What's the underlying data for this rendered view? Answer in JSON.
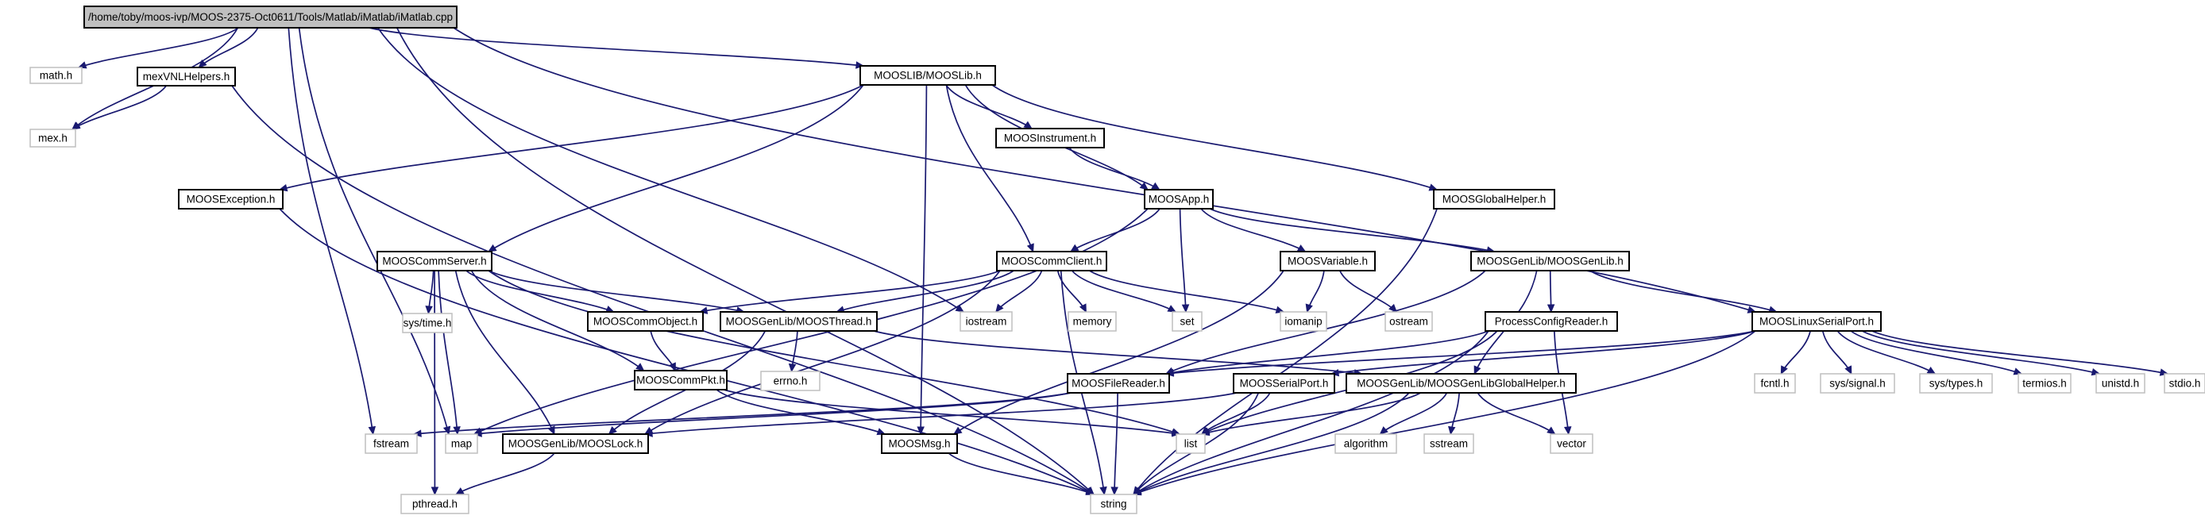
{
  "diagram": {
    "nodes": [
      {
        "id": "root",
        "label": "/home/toby/moos-ivp/MOOS-2375-Oct0611/Tools/Matlab/iMatlab/iMatlab.cpp",
        "kind": "root"
      },
      {
        "id": "mathh",
        "label": "math.h",
        "kind": "system"
      },
      {
        "id": "mexvnl",
        "label": "mexVNLHelpers.h",
        "kind": "project"
      },
      {
        "id": "mexh",
        "label": "mex.h",
        "kind": "system"
      },
      {
        "id": "mooslib",
        "label": "MOOSLIB/MOOSLib.h",
        "kind": "project"
      },
      {
        "id": "instrument",
        "label": "MOOSInstrument.h",
        "kind": "project"
      },
      {
        "id": "exception",
        "label": "MOOSException.h",
        "kind": "project"
      },
      {
        "id": "moosapp",
        "label": "MOOSApp.h",
        "kind": "project"
      },
      {
        "id": "globalhelper",
        "label": "MOOSGlobalHelper.h",
        "kind": "project"
      },
      {
        "id": "commserver",
        "label": "MOOSCommServer.h",
        "kind": "project"
      },
      {
        "id": "commclient",
        "label": "MOOSCommClient.h",
        "kind": "project"
      },
      {
        "id": "variable",
        "label": "MOOSVariable.h",
        "kind": "project"
      },
      {
        "id": "genlib",
        "label": "MOOSGenLib/MOOSGenLib.h",
        "kind": "project"
      },
      {
        "id": "systime",
        "label": "sys/time.h",
        "kind": "system"
      },
      {
        "id": "commobject",
        "label": "MOOSCommObject.h",
        "kind": "project"
      },
      {
        "id": "thread",
        "label": "MOOSGenLib/MOOSThread.h",
        "kind": "project"
      },
      {
        "id": "iostream",
        "label": "iostream",
        "kind": "system"
      },
      {
        "id": "memory",
        "label": "memory",
        "kind": "system"
      },
      {
        "id": "set",
        "label": "set",
        "kind": "system"
      },
      {
        "id": "iomanip",
        "label": "iomanip",
        "kind": "system"
      },
      {
        "id": "ostream",
        "label": "ostream",
        "kind": "system"
      },
      {
        "id": "configreader",
        "label": "ProcessConfigReader.h",
        "kind": "project"
      },
      {
        "id": "linuxserial",
        "label": "MOOSLinuxSerialPort.h",
        "kind": "project"
      },
      {
        "id": "errnoh",
        "label": "errno.h",
        "kind": "system"
      },
      {
        "id": "commpkt",
        "label": "MOOSCommPkt.h",
        "kind": "project"
      },
      {
        "id": "filereader",
        "label": "MOOSFileReader.h",
        "kind": "project"
      },
      {
        "id": "serialport",
        "label": "MOOSSerialPort.h",
        "kind": "project"
      },
      {
        "id": "genlibglobal",
        "label": "MOOSGenLib/MOOSGenLibGlobalHelper.h",
        "kind": "project"
      },
      {
        "id": "fcntl",
        "label": "fcntl.h",
        "kind": "system"
      },
      {
        "id": "syssignal",
        "label": "sys/signal.h",
        "kind": "system"
      },
      {
        "id": "systypes",
        "label": "sys/types.h",
        "kind": "system"
      },
      {
        "id": "termios",
        "label": "termios.h",
        "kind": "system"
      },
      {
        "id": "unistd",
        "label": "unistd.h",
        "kind": "system"
      },
      {
        "id": "stdio",
        "label": "stdio.h",
        "kind": "system"
      },
      {
        "id": "fstream",
        "label": "fstream",
        "kind": "system"
      },
      {
        "id": "map",
        "label": "map",
        "kind": "system"
      },
      {
        "id": "lock",
        "label": "MOOSGenLib/MOOSLock.h",
        "kind": "project"
      },
      {
        "id": "moosmsg",
        "label": "MOOSMsg.h",
        "kind": "project"
      },
      {
        "id": "list",
        "label": "list",
        "kind": "system"
      },
      {
        "id": "algorithm",
        "label": "algorithm",
        "kind": "system"
      },
      {
        "id": "sstream",
        "label": "sstream",
        "kind": "system"
      },
      {
        "id": "vector",
        "label": "vector",
        "kind": "system"
      },
      {
        "id": "pthread",
        "label": "pthread.h",
        "kind": "system"
      },
      {
        "id": "string",
        "label": "string",
        "kind": "system"
      }
    ],
    "edges": [
      [
        "root",
        "mathh"
      ],
      [
        "root",
        "mexvnl"
      ],
      [
        "root",
        "mexh"
      ],
      [
        "root",
        "mooslib"
      ],
      [
        "root",
        "linuxserial"
      ],
      [
        "root",
        "iostream"
      ],
      [
        "root",
        "fstream"
      ],
      [
        "root",
        "map"
      ],
      [
        "root",
        "string"
      ],
      [
        "mexvnl",
        "mexh"
      ],
      [
        "mexvnl",
        "string"
      ],
      [
        "mooslib",
        "exception"
      ],
      [
        "mooslib",
        "commserver"
      ],
      [
        "mooslib",
        "instrument"
      ],
      [
        "mooslib",
        "moosapp"
      ],
      [
        "mooslib",
        "globalhelper"
      ],
      [
        "mooslib",
        "commclient"
      ],
      [
        "mooslib",
        "moosmsg"
      ],
      [
        "instrument",
        "moosapp"
      ],
      [
        "exception",
        "string"
      ],
      [
        "globalhelper",
        "string"
      ],
      [
        "moosapp",
        "commclient"
      ],
      [
        "moosapp",
        "variable"
      ],
      [
        "moosapp",
        "genlib"
      ],
      [
        "moosapp",
        "set"
      ],
      [
        "moosapp",
        "map"
      ],
      [
        "commserver",
        "systime"
      ],
      [
        "commserver",
        "commobject"
      ],
      [
        "commserver",
        "thread"
      ],
      [
        "commserver",
        "commpkt"
      ],
      [
        "commserver",
        "map"
      ],
      [
        "commserver",
        "lock"
      ],
      [
        "commserver",
        "list"
      ],
      [
        "commserver",
        "pthread"
      ],
      [
        "commclient",
        "commobject"
      ],
      [
        "commclient",
        "thread"
      ],
      [
        "commclient",
        "iostream"
      ],
      [
        "commclient",
        "memory"
      ],
      [
        "commclient",
        "set"
      ],
      [
        "commclient",
        "iomanip"
      ],
      [
        "commclient",
        "string"
      ],
      [
        "commclient",
        "lock"
      ],
      [
        "variable",
        "iomanip"
      ],
      [
        "variable",
        "ostream"
      ],
      [
        "variable",
        "moosmsg"
      ],
      [
        "genlib",
        "configreader"
      ],
      [
        "genlib",
        "linuxserial"
      ],
      [
        "genlib",
        "genlibglobal"
      ],
      [
        "genlib",
        "filereader"
      ],
      [
        "thread",
        "errnoh"
      ],
      [
        "thread",
        "lock"
      ],
      [
        "thread",
        "genlibglobal"
      ],
      [
        "commobject",
        "commpkt"
      ],
      [
        "commpkt",
        "moosmsg"
      ],
      [
        "commpkt",
        "list"
      ],
      [
        "configreader",
        "filereader"
      ],
      [
        "configreader",
        "vector"
      ],
      [
        "configreader",
        "string"
      ],
      [
        "configreader",
        "list"
      ],
      [
        "linuxserial",
        "serialport"
      ],
      [
        "linuxserial",
        "filereader"
      ],
      [
        "linuxserial",
        "fcntl"
      ],
      [
        "linuxserial",
        "syssignal"
      ],
      [
        "linuxserial",
        "systypes"
      ],
      [
        "linuxserial",
        "termios"
      ],
      [
        "linuxserial",
        "unistd"
      ],
      [
        "linuxserial",
        "stdio"
      ],
      [
        "linuxserial",
        "string"
      ],
      [
        "filereader",
        "fstream"
      ],
      [
        "filereader",
        "map"
      ],
      [
        "filereader",
        "string"
      ],
      [
        "serialport",
        "lock"
      ],
      [
        "serialport",
        "list"
      ],
      [
        "serialport",
        "string"
      ],
      [
        "genlibglobal",
        "algorithm"
      ],
      [
        "genlibglobal",
        "sstream"
      ],
      [
        "genlibglobal",
        "vector"
      ],
      [
        "genlibglobal",
        "list"
      ],
      [
        "genlibglobal",
        "string"
      ],
      [
        "lock",
        "pthread"
      ],
      [
        "moosmsg",
        "string"
      ]
    ]
  }
}
